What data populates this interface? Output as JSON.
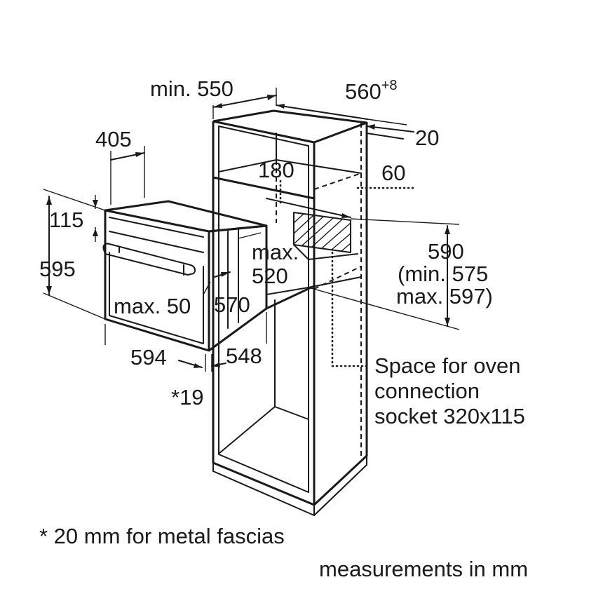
{
  "dimensions": {
    "min_550": "min. 550",
    "d560": "560",
    "d560_tolerance": "+8",
    "d20": "20",
    "d405": "405",
    "d180": "180",
    "d60": "60",
    "d115": "115",
    "max_label": "max.",
    "d520": "520",
    "d595": "595",
    "d590": "590",
    "min575": "(min. 575",
    "max597": "max. 597)",
    "max_50": "max. 50",
    "d570": "570",
    "d594": "594",
    "d548": "548",
    "star19": "*19"
  },
  "notes": {
    "socket_line1": "Space for oven",
    "socket_line2": "connection",
    "socket_line3": "socket 320x115",
    "footnote": "* 20 mm for metal fascias",
    "units": "measurements in mm"
  }
}
